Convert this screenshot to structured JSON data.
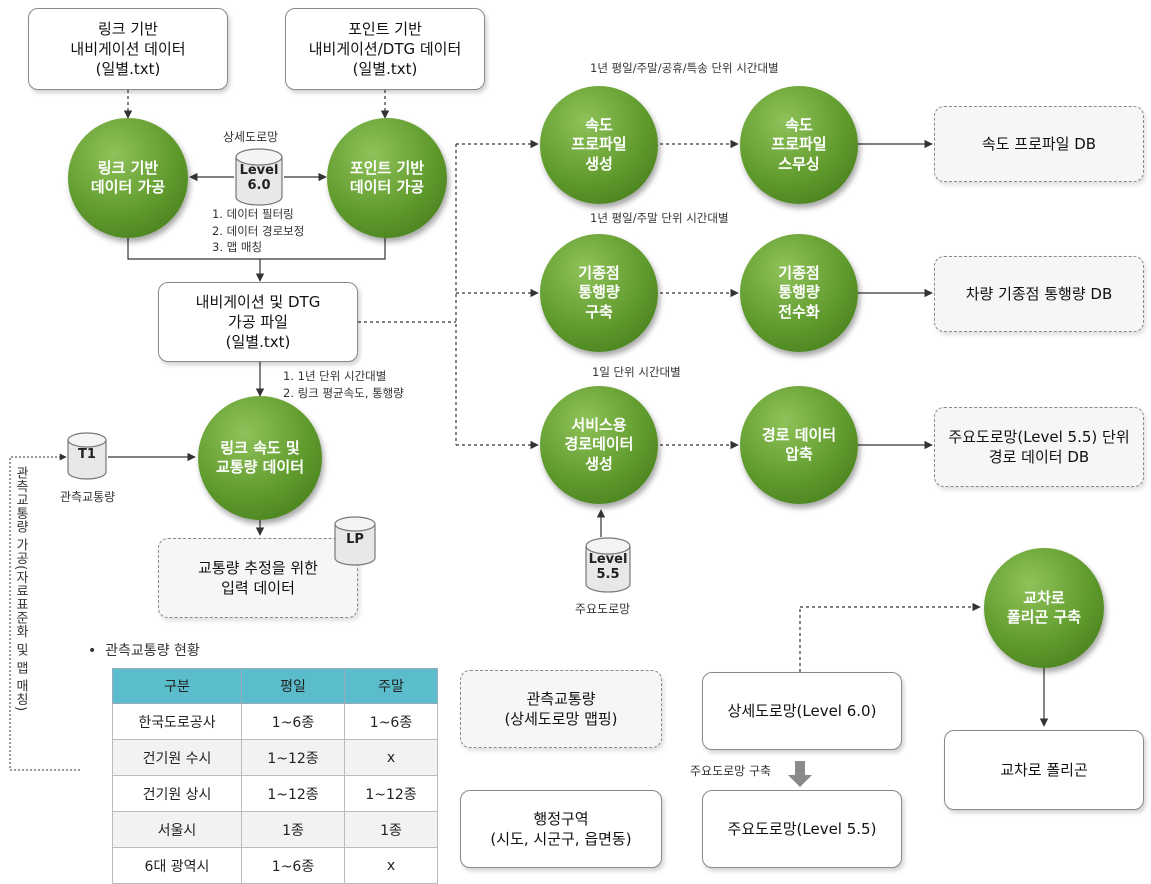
{
  "nodes": {
    "link_nav": "링크 기반\n내비게이션 데이터\n(일별.txt)",
    "point_nav": "포인트 기반\n내비게이션/DTG 데이터\n(일별.txt)",
    "link_proc": "링크 기반\n데이터 가공",
    "point_proc": "포인트 기반\n데이터 가공",
    "nav_file": "내비게이션 및 DTG\n가공 파일\n(일별.txt)",
    "link_speed": "링크 속도 및\n교통량 데이터",
    "input_data": "교통량 추정을 위한\n입력 데이터",
    "speed_gen": "속도\n프로파일\n생성",
    "speed_smooth": "속도\n프로파일\n스무싱",
    "speed_db": "속도 프로파일 DB",
    "od_build": "기종점\n통행량\n구축",
    "od_digit": "기종점\n통행량\n전수화",
    "od_db": "차량 기종점 통행량 DB",
    "route_gen": "서비스용\n경로데이터\n생성",
    "route_comp": "경로 데이터\n압축",
    "route_db": "주요도로망(Level 5.5) 단위\n경로 데이터 DB",
    "obs_map": "관측교통량\n(상세도로망 맵핑)",
    "admin": "행정구역\n(시도, 시군구, 읍면동)",
    "detail_net": "상세도로망(Level 6.0)",
    "main_net": "주요도로망(Level 5.5)",
    "cross_build": "교차로\n폴리곤 구축",
    "cross_poly": "교차로 폴리곤"
  },
  "dbs": {
    "level60": "Level\n6.0",
    "level60_caption": "상세도로망",
    "t1": "T1",
    "t1_caption": "관측교통량",
    "lp": "LP",
    "level55": "Level\n5.5",
    "level55_caption": "주요도로망"
  },
  "notes": {
    "proc_steps": "1. 데이터 필터링\n2. 데이터 경로보정\n3. 맵 매칭",
    "agg_steps": "1. 1년 단위 시간대별\n2. 링크 평균속도, 통행량",
    "speed_period": "1년 평일/주말/공휴/특송 단위 시간대별",
    "od_period": "1년 평일/주말 단위 시간대별",
    "route_period": "1일 단위 시간대별",
    "main_net_build": "주요도로망 구축",
    "vertical": "관측교통량 가공(자료표준화 및 맵 매칭)"
  },
  "table": {
    "title": "관측교통량 현황",
    "headers": [
      "구분",
      "평일",
      "주말"
    ],
    "rows": [
      [
        "한국도로공사",
        "1~6종",
        "1~6종"
      ],
      [
        "건기원 수시",
        "1~12종",
        "x"
      ],
      [
        "건기원 상시",
        "1~12종",
        "1~12종"
      ],
      [
        "서울시",
        "1종",
        "1종"
      ],
      [
        "6대 광역시",
        "1~6종",
        "x"
      ]
    ]
  },
  "colors": {
    "circle_green": "#5f9a2c",
    "table_header": "#5bbdcc",
    "arrow": "#333333"
  }
}
